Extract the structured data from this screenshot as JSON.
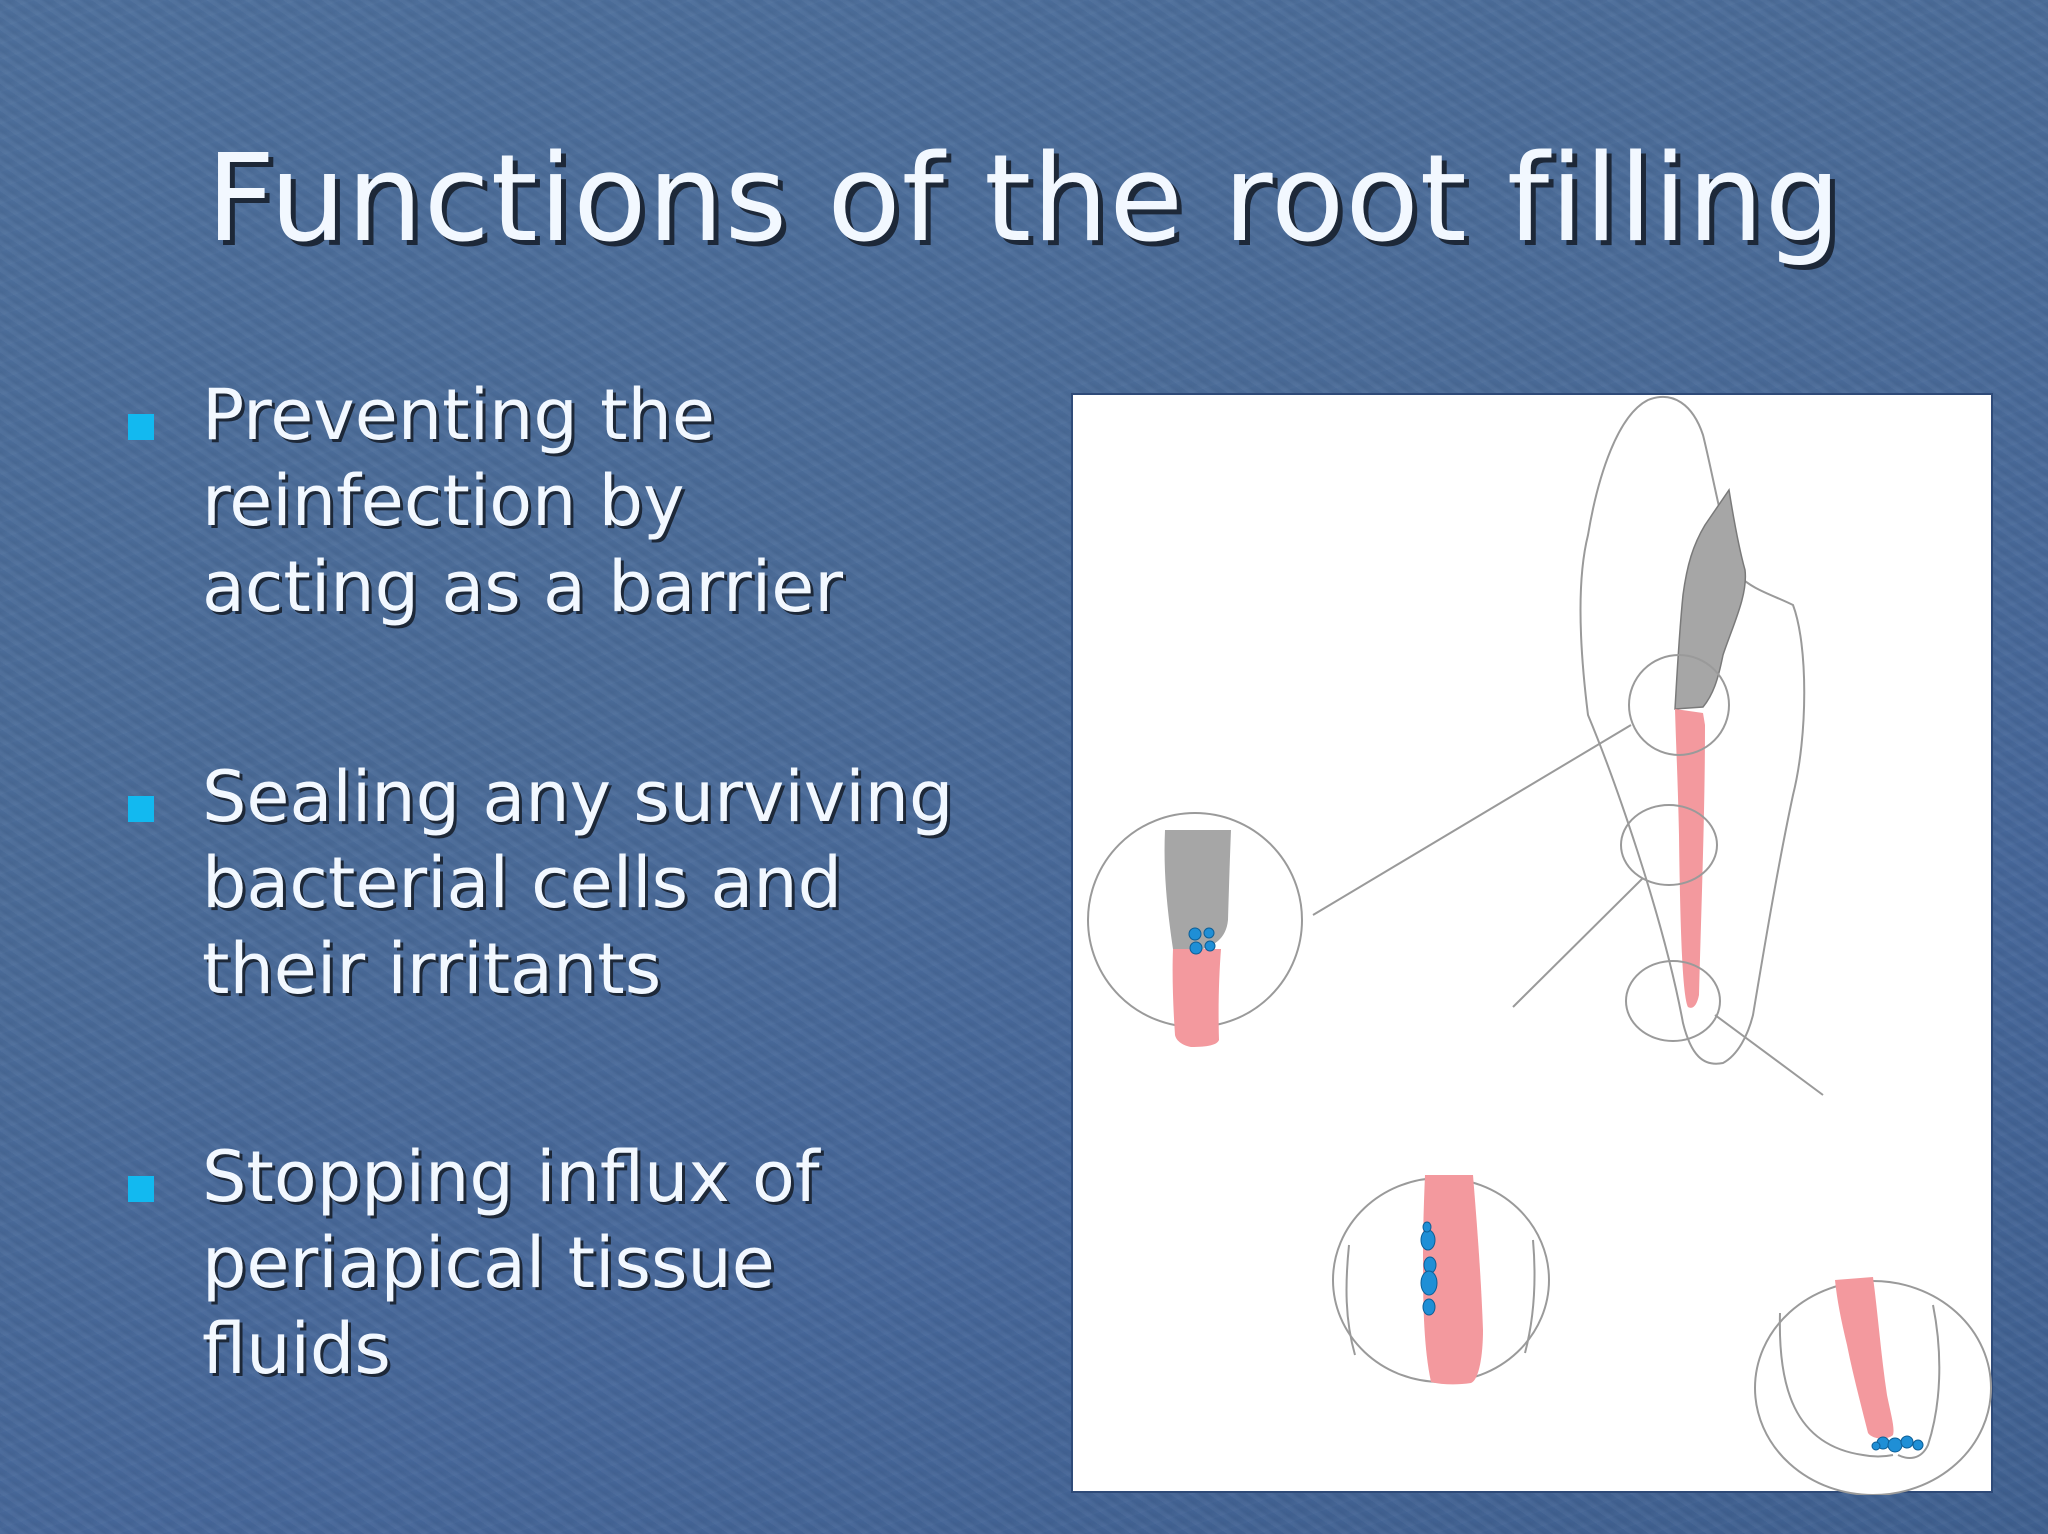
{
  "slide": {
    "title": "Functions of the root filling",
    "bullets": [
      "Preventing the reinfection by acting as a barrier",
      "Sealing any surviving bacterial cells and their irritants",
      "Stopping influx of periapical tissue fluids"
    ]
  },
  "colors": {
    "bullet_marker": "#12b9f0",
    "filling": "#f3999e",
    "coronal_seal": "#a6a6a6",
    "bacteria": "#1f8fd6"
  }
}
